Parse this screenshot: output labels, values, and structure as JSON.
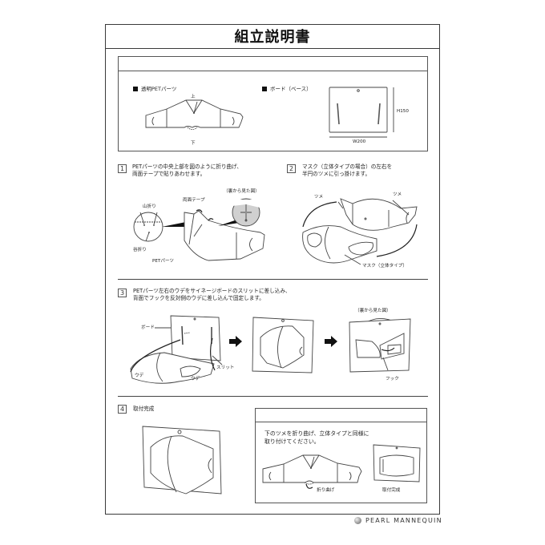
{
  "header": {
    "title": "組立説明書"
  },
  "parts": {
    "pet_label": "透明PETパーツ",
    "pet_top": "上",
    "pet_bottom": "下",
    "board_label": "ボード（ベース）",
    "board_height": "H150",
    "board_width": "W200"
  },
  "steps": [
    {
      "number": "1",
      "text_line1": "PETパーツの中央上部を図のように折り曲げ、",
      "text_line2": "両面テープで貼りあわせます。",
      "labels": {
        "mountain_fold": "山折り",
        "valley_fold": "谷折り",
        "double_tape": "両面テープ",
        "back_view": "（裏から見た図）",
        "pet_part": "PETパーツ"
      }
    },
    {
      "number": "2",
      "text_line1": "マスク（立体タイプの場合）の左右を",
      "text_line2": "半円のツメに引っ掛けます。",
      "labels": {
        "tab_left": "ツメ",
        "tab_right": "ツメ",
        "mask": "マスク（立体タイプ）"
      }
    },
    {
      "number": "3",
      "text_line1": "PETパーツ左右のウデをサイネージボードのスリットに差し込み、",
      "text_line2": "背面でフックを反対側のウデに差し込んで固定します。",
      "labels": {
        "board": "ボード",
        "slit": "スリット",
        "arm_left": "ウデ",
        "arm_right": "ウデ",
        "back_view": "（裏から見た図）",
        "hook": "フック"
      }
    },
    {
      "number": "4",
      "text_line1": "取付完成",
      "flat_note_line1": "下のツメを折り曲げ、立体タイプと同様に",
      "flat_note_line2": "取り付けてください。",
      "labels": {
        "fold": "折り曲げ",
        "complete": "取付完成"
      }
    }
  ],
  "footer": {
    "brand": "PEARL MANNEQUIN"
  }
}
